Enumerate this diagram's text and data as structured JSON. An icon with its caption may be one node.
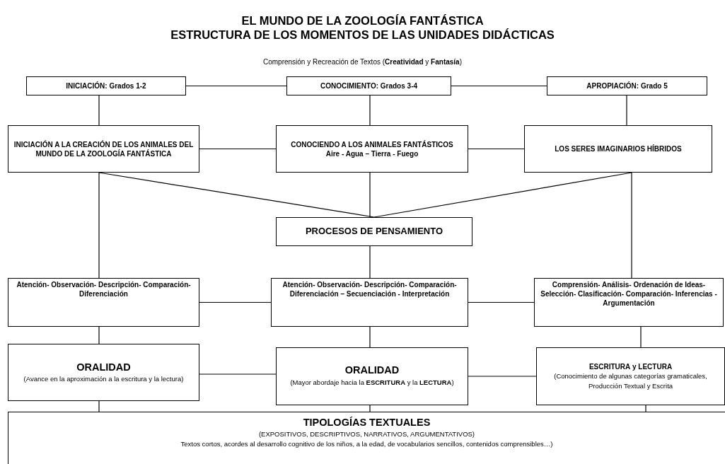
{
  "diagram": {
    "title": "EL MUNDO DE LA ZOOLOGÍA FANTÁSTICA",
    "labels": [
      "ESTRUCTURA DE LOS MOMENTOS DE LAS UNIDADES DIDÁCTICAS",
      "Comprensión y Recreación de Textos (**Creatividad** y **Fantasía**)"
    ],
    "nodes": [
      {
        "text": [
          "INICIACIÓN: Grados 1-2"
        ]
      },
      {
        "text": [
          "CONOCIMIENTO: Grados 3-4"
        ]
      },
      {
        "text": [
          "APROPIACIÓN: Grado 5"
        ]
      },
      {
        "text": [
          "INICIACIÓN A LA CREACIÓN DE LOS ANIMALES DEL MUNDO DE LA ZOOLOGÍA FANTÁSTICA"
        ]
      },
      {
        "text": [
          "CONOCIENDO A LOS ANIMALES FANTÁSTICOS",
          "Aire - Agua – Tierra - Fuego"
        ]
      },
      {
        "text": [
          "LOS SERES IMAGINARIOS HÍBRIDOS"
        ]
      },
      {
        "text": [
          "PROCESOS DE PENSAMIENTO"
        ]
      },
      {
        "text": [
          "Atención- Observación- Descripción- Comparación- Diferenciación"
        ]
      },
      {
        "text": [
          "Atención- Observación- Descripción- Comparación- Diferenciación – Secuenciación - Interpretación"
        ]
      },
      {
        "text": [
          "Comprensión- Análisis- Ordenación de Ideas- Selección- Clasificación- Comparación- Inferencias - Argumentación"
        ]
      },
      {
        "text": [
          "ORALIDAD",
          "(Avance en la aproximación a la escritura y la lectura)"
        ]
      },
      {
        "text": [
          "ORALIDAD",
          "(Mayor abordaje hacia la **ESCRITURA** y la **LECTURA**)"
        ]
      },
      {
        "text": [
          "**ESCRITURA** y **LECTURA**",
          "(Conocimiento de algunas categorías gramaticales, Producción Textual y Escrita"
        ]
      },
      {
        "text": [
          "TIPOLOGÍAS TEXTUALES",
          "(EXPOSITIVOS, DESCRIPTIVOS, NARRATIVOS, ARGUMENTATIVOS)",
          "Textos cortos, acordes al desarrollo cognitivo de los niños, a la edad, de vocabularios sencillos, contenidos comprensibles…)"
        ]
      }
    ],
    "edges": [
      {
        "from": 0,
        "to": 1,
        "arrow": "none"
      },
      {
        "from": 1,
        "to": 2,
        "arrow": "none"
      },
      {
        "from": 0,
        "to": 3,
        "arrow": "none"
      },
      {
        "from": 1,
        "to": 4,
        "arrow": "none"
      },
      {
        "from": 2,
        "to": 5,
        "arrow": "none"
      },
      {
        "from": 3,
        "to": 4,
        "arrow": "none"
      },
      {
        "from": 4,
        "to": 5,
        "arrow": "none"
      },
      {
        "from": 3,
        "to": 6,
        "arrow": "none"
      },
      {
        "from": 4,
        "to": 6,
        "arrow": "none"
      },
      {
        "from": 5,
        "to": 6,
        "arrow": "none"
      },
      {
        "from": 3,
        "to": 7,
        "arrow": "none"
      },
      {
        "from": 5,
        "to": 9,
        "arrow": "none"
      },
      {
        "from": 6,
        "to": 8,
        "arrow": "none"
      },
      {
        "from": 7,
        "to": 8,
        "arrow": "none"
      },
      {
        "from": 8,
        "to": 9,
        "arrow": "none"
      },
      {
        "from": 7,
        "to": 10,
        "arrow": "none"
      },
      {
        "from": 8,
        "to": 11,
        "arrow": "none"
      },
      {
        "from": 9,
        "to": 12,
        "arrow": "none"
      },
      {
        "from": 10,
        "to": 11,
        "arrow": "none"
      },
      {
        "from": 11,
        "to": 12,
        "arrow": "none"
      },
      {
        "from": 10,
        "to": 13,
        "arrow": "none"
      },
      {
        "from": 11,
        "to": 13,
        "arrow": "none"
      },
      {
        "from": 12,
        "to": 13,
        "arrow": "none"
      }
    ]
  }
}
